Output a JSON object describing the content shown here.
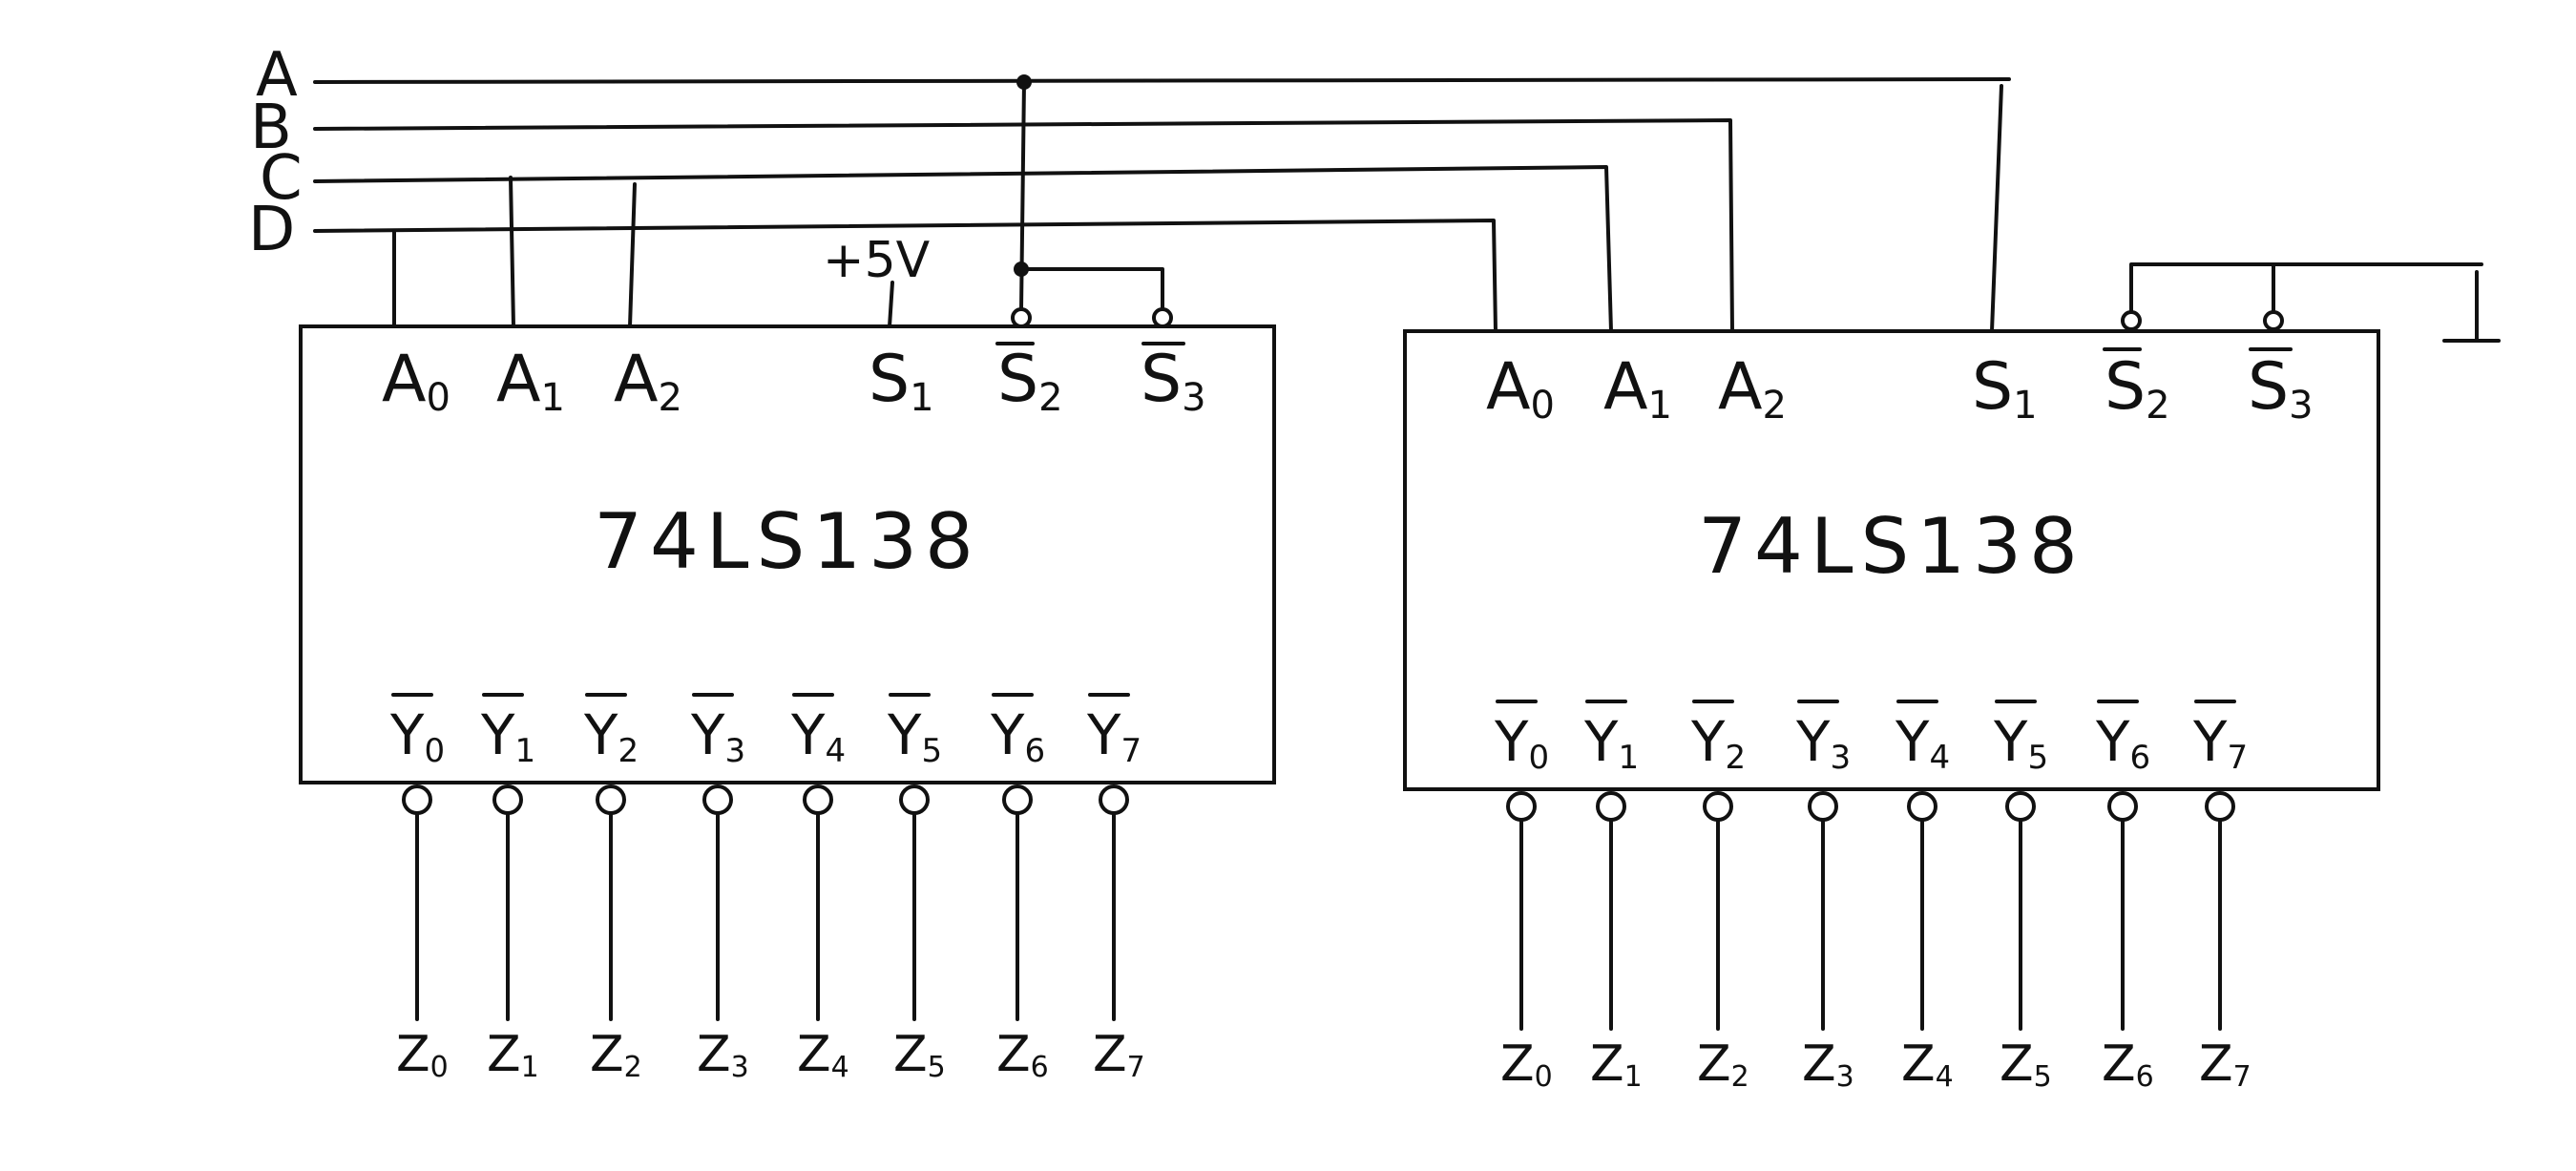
{
  "inputs": [
    "A",
    "B",
    "C",
    "D"
  ],
  "power_label": "+5V",
  "chips": [
    {
      "name": "74LS138",
      "input_pins": [
        "A",
        "A",
        "A"
      ],
      "input_subs": [
        "0",
        "1",
        "2"
      ],
      "enable_pins": [
        "S",
        "S",
        "S"
      ],
      "enable_subs": [
        "1",
        "2",
        "3"
      ],
      "output_pins": [
        "Y",
        "Y",
        "Y",
        "Y",
        "Y",
        "Y",
        "Y",
        "Y"
      ],
      "output_subs": [
        "0",
        "1",
        "2",
        "3",
        "4",
        "5",
        "6",
        "7"
      ],
      "outputs": [
        "Z",
        "Z",
        "Z",
        "Z",
        "Z",
        "Z",
        "Z",
        "Z"
      ],
      "output_label_subs": [
        "0",
        "1",
        "2",
        "3",
        "4",
        "5",
        "6",
        "7"
      ]
    },
    {
      "name": "74LS138",
      "input_pins": [
        "A",
        "A",
        "A"
      ],
      "input_subs": [
        "0",
        "1",
        "2"
      ],
      "enable_pins": [
        "S",
        "S",
        "S"
      ],
      "enable_subs": [
        "1",
        "2",
        "3"
      ],
      "output_pins": [
        "Y",
        "Y",
        "Y",
        "Y",
        "Y",
        "Y",
        "Y",
        "Y"
      ],
      "output_subs": [
        "0",
        "1",
        "2",
        "3",
        "4",
        "5",
        "6",
        "7"
      ],
      "outputs": [
        "Z",
        "Z",
        "Z",
        "Z",
        "Z",
        "Z",
        "Z",
        "Z"
      ],
      "output_label_subs": [
        "0",
        "1",
        "2",
        "3",
        "4",
        "5",
        "6",
        "7"
      ]
    }
  ]
}
